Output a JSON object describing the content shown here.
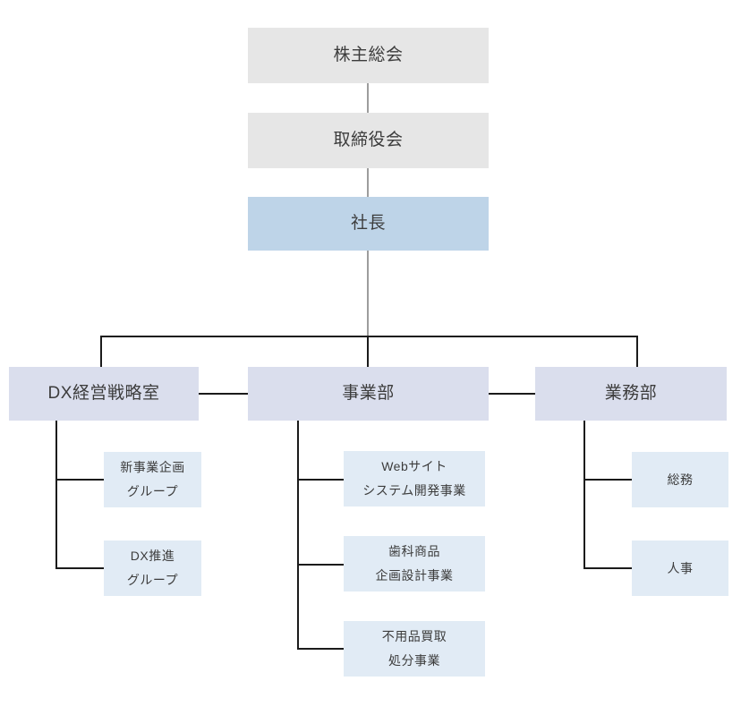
{
  "chart": {
    "type": "org-chart",
    "title": "",
    "palette": {
      "executive_box": "#e6e6e6",
      "president_box": "#bed4e8",
      "department_box": "#dadeed",
      "unit_box": "#e1ebf5",
      "connector_gray": "#9d9d9d",
      "connector_dark": "#1b1b1b",
      "text": "#3c3c3c",
      "background": "#ffffff"
    },
    "nodes": {
      "shareholders_meeting": {
        "label": "株主総会",
        "level": "executive"
      },
      "board_of_directors": {
        "label": "取締役会",
        "level": "executive"
      },
      "president": {
        "label": "社長",
        "level": "president"
      },
      "dx_strategy_office": {
        "label": "DX経営戦略室",
        "level": "department"
      },
      "business_division": {
        "label": "事業部",
        "level": "department"
      },
      "operations_division": {
        "label": "業務部",
        "level": "department"
      },
      "new_business_planning_group": {
        "level": "unit",
        "line1": "新事業企画",
        "line2": "グループ"
      },
      "dx_promotion_group": {
        "level": "unit",
        "line1": "DX推進",
        "line2": "グループ"
      },
      "web_system_development": {
        "level": "unit",
        "line1": "Webサイト",
        "line2": "システム開発事業"
      },
      "dental_product_planning": {
        "level": "unit",
        "line1": "歯科商品",
        "line2": "企画設計事業"
      },
      "used_goods_purchase_disposal": {
        "level": "unit",
        "line1": "不用品買取",
        "line2": "処分事業"
      },
      "general_affairs": {
        "label": "総務",
        "level": "unit"
      },
      "human_resources": {
        "label": "人事",
        "level": "unit"
      }
    },
    "hierarchy": {
      "root": "shareholders_meeting",
      "edges": [
        [
          "shareholders_meeting",
          "board_of_directors"
        ],
        [
          "board_of_directors",
          "president"
        ],
        [
          "president",
          "dx_strategy_office"
        ],
        [
          "president",
          "business_division"
        ],
        [
          "president",
          "operations_division"
        ],
        [
          "dx_strategy_office",
          "new_business_planning_group"
        ],
        [
          "dx_strategy_office",
          "dx_promotion_group"
        ],
        [
          "business_division",
          "web_system_development"
        ],
        [
          "business_division",
          "dental_product_planning"
        ],
        [
          "business_division",
          "used_goods_purchase_disposal"
        ],
        [
          "operations_division",
          "general_affairs"
        ],
        [
          "operations_division",
          "human_resources"
        ]
      ]
    }
  }
}
